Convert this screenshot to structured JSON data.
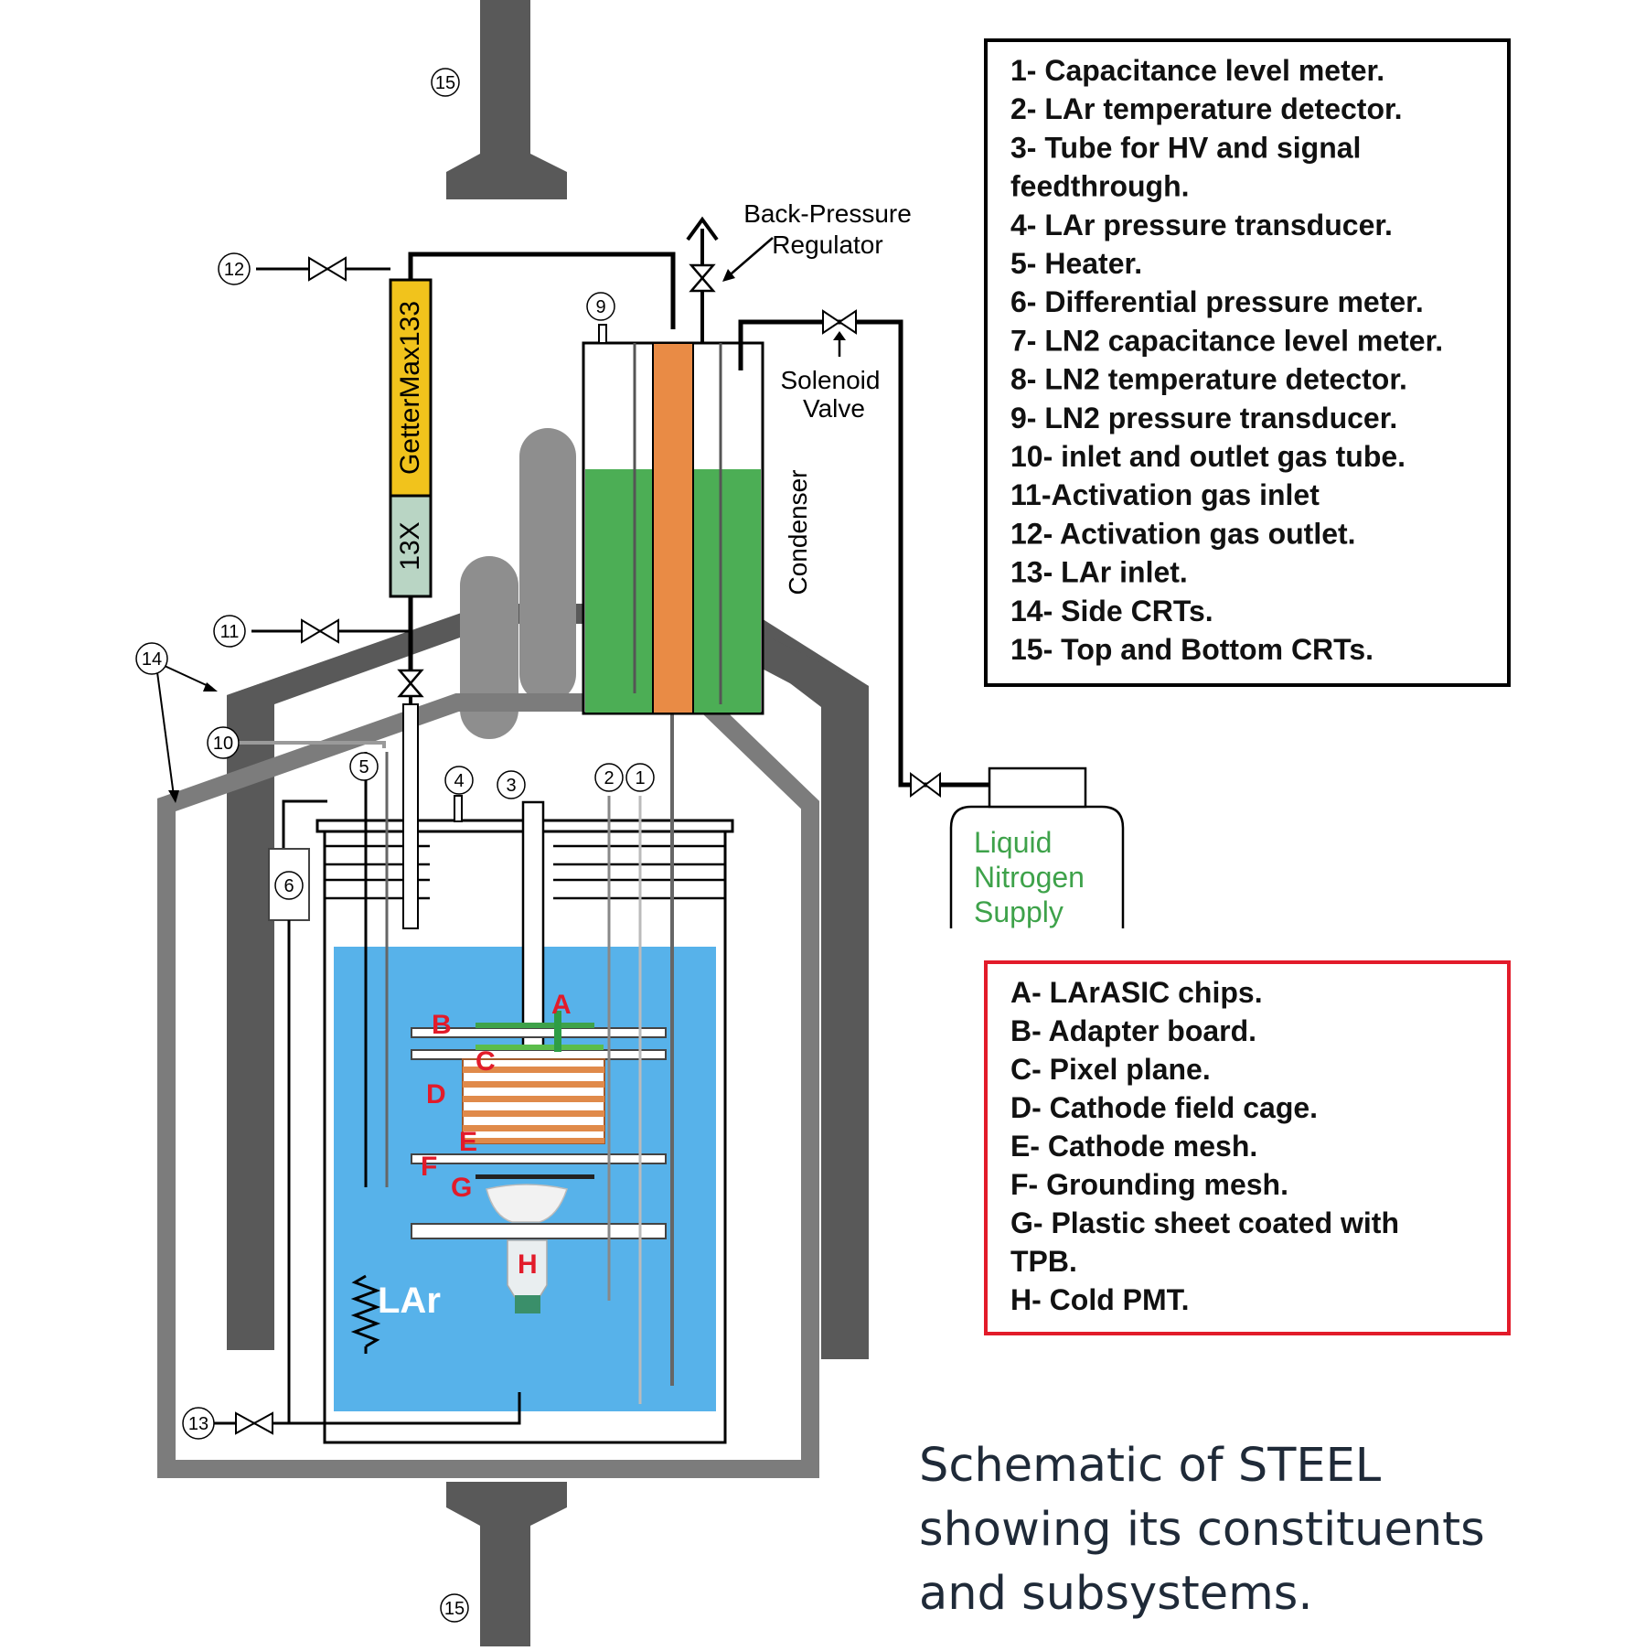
{
  "colors": {
    "lar": "#57b2ea",
    "condenser_liquid": "#4cae55",
    "heater_rod": "#e98b45",
    "getter": "#f1c31c",
    "sieve": "#b9d5c4",
    "crt_dark": "#595959",
    "crt_gray": "#7c7c7c",
    "tower": "#8e8e8e",
    "red_label": "#e21b2a",
    "ln2_text": "#3ea24a",
    "legend_red_border": "#e21b2a"
  },
  "labels": {
    "getter": "GetterMax133",
    "sieve": "13X",
    "condenser": "Condenser",
    "bpr_line1": "Back-Pressure",
    "bpr_line2": "Regulator",
    "solenoid_line1": "Solenoid",
    "solenoid_line2": "Valve",
    "lar": "LAr",
    "ln2_line1": "Liquid",
    "ln2_line2": "Nitrogen",
    "ln2_line3": "Supply"
  },
  "numbers": {
    "n1": "1",
    "n2": "2",
    "n3": "3",
    "n4": "4",
    "n5": "5",
    "n6": "6",
    "n9": "9",
    "n10": "10",
    "n11": "11",
    "n12": "12",
    "n13": "13",
    "n14": "14",
    "n15_top": "15",
    "n15_bottom": "15"
  },
  "letters": {
    "A": "A",
    "B": "B",
    "C": "C",
    "D": "D",
    "E": "E",
    "F": "F",
    "G": "G",
    "H": "H"
  },
  "legend_numbers": [
    "1- Capacitance level meter.",
    "2- LAr temperature detector.",
    "3- Tube for HV and signal",
    "feedthrough.",
    "4- LAr pressure transducer.",
    "5- Heater.",
    "6- Differential pressure meter.",
    "7- LN2 capacitance level meter.",
    "8- LN2 temperature detector.",
    "9- LN2 pressure transducer.",
    "10- inlet and outlet gas tube.",
    "11-Activation gas inlet",
    "12- Activation gas outlet.",
    "13- LAr inlet.",
    "14- Side CRTs.",
    "15- Top and Bottom CRTs."
  ],
  "legend_letters": [
    "A- LArASIC chips.",
    "B- Adapter board.",
    "C- Pixel plane.",
    "D- Cathode field cage.",
    "E- Cathode mesh.",
    "F- Grounding mesh.",
    "G- Plastic sheet coated with",
    "TPB.",
    "H- Cold PMT."
  ],
  "caption": "Schematic of STEEL showing its constituents and subsystems."
}
